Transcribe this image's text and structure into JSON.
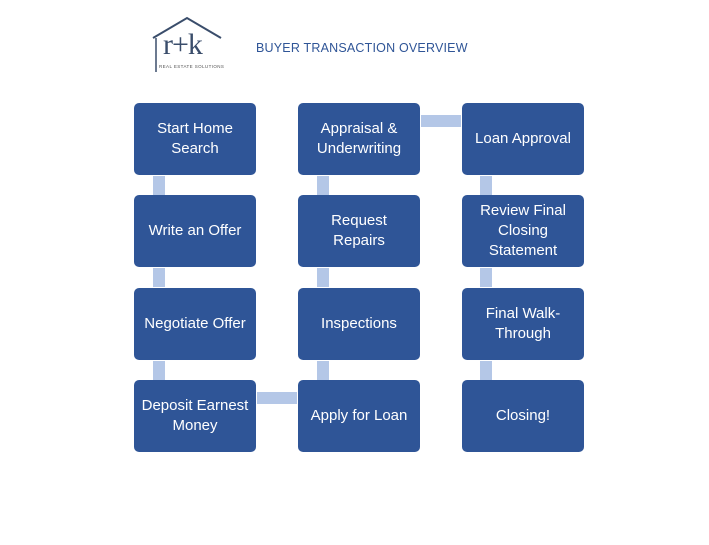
{
  "header": {
    "logo_text": "r+k",
    "logo_subtext": "REAL ESTATE SOLUTIONS",
    "title": "BUYER TRANSACTION OVERVIEW"
  },
  "steps": [
    {
      "label": "Start Home Search"
    },
    {
      "label": "Write an Offer"
    },
    {
      "label": "Negotiate Offer"
    },
    {
      "label": "Deposit Earnest Money"
    },
    {
      "label": "Apply for Loan"
    },
    {
      "label": "Inspections"
    },
    {
      "label": "Request Repairs"
    },
    {
      "label": "Appraisal & Underwriting"
    },
    {
      "label": "Loan Approval"
    },
    {
      "label": "Review Final Closing Statement"
    },
    {
      "label": "Final Walk-Through"
    },
    {
      "label": "Closing!"
    }
  ],
  "colors": {
    "box": "#2f5597",
    "connector": "#b4c7e7",
    "title": "#2f5597"
  }
}
